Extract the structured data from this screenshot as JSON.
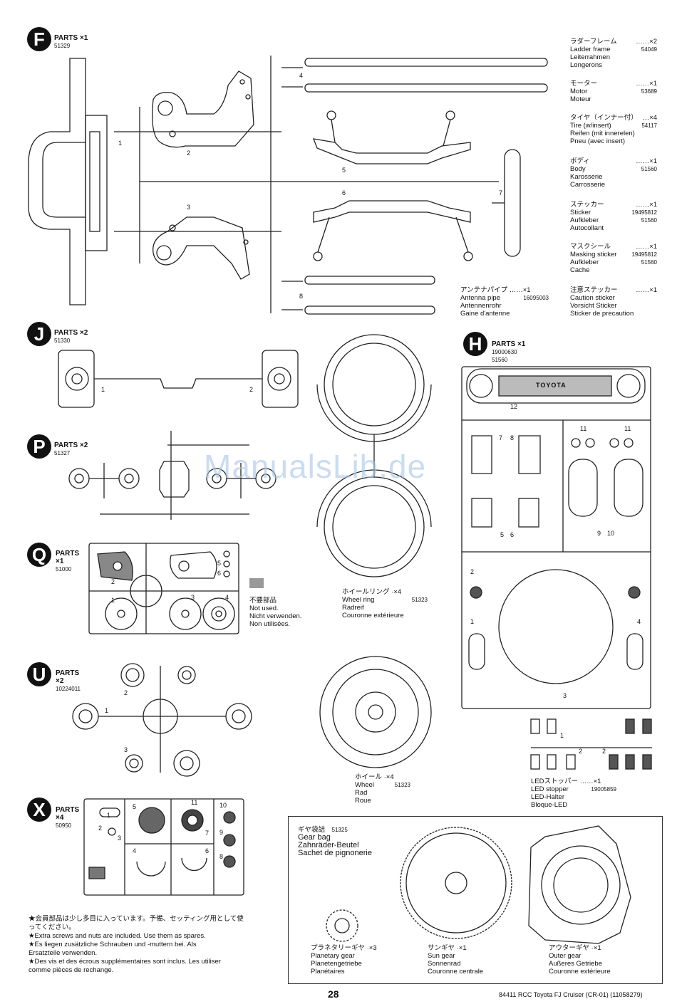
{
  "sections": {
    "F": {
      "letter": "F",
      "title": "PARTS",
      "count": "×1",
      "code": "51329"
    },
    "J": {
      "letter": "J",
      "title": "PARTS",
      "count": "×2",
      "code": "51330"
    },
    "P": {
      "letter": "P",
      "title": "PARTS",
      "count": "×2",
      "code": "51327"
    },
    "Q": {
      "letter": "Q",
      "title": "PARTS",
      "count": "×1",
      "code": "51000"
    },
    "U": {
      "letter": "U",
      "title": "PARTS",
      "count": "×2",
      "code": "10224011"
    },
    "X": {
      "letter": "X",
      "title": "PARTS",
      "count": "×4",
      "code": "50950"
    },
    "H": {
      "letter": "H",
      "title": "PARTS",
      "count": "×1",
      "code1": "19000630",
      "code2": "51560"
    }
  },
  "parts_list": [
    {
      "jp": "ラダーフレーム",
      "qty": "……×2",
      "en": [
        "Ladder frame",
        "Leiterrahmen",
        "Longerons"
      ],
      "pn": "54049"
    },
    {
      "jp": "モーター",
      "qty": "……×1",
      "en": [
        "Motor",
        "Motor",
        "Moteur"
      ],
      "pn": "53689"
    },
    {
      "jp": "タイヤ（インナー付）",
      "qty": "…×4",
      "en": [
        "Tire (w/insert)",
        "Reifen (mit innerelen)",
        "Pneu (avec insert)"
      ],
      "pn": "54117"
    },
    {
      "jp": "ボディ",
      "qty": "……×1",
      "en": [
        "Body",
        "Karosserie",
        "Carrosserie"
      ],
      "pn": "51560"
    },
    {
      "jp": "ステッカー",
      "qty": "……×1",
      "en": [
        "Sticker",
        "Aufkleber",
        "Autocollant"
      ],
      "pn": "19495812",
      "pn2": "51560"
    },
    {
      "jp": "マスクシール",
      "qty": "……×1",
      "en": [
        "Masking sticker",
        "Aufkleber",
        "Cache"
      ],
      "pn": "19495812",
      "pn2": "51560"
    },
    {
      "jp": "注意ステッカー",
      "qty": "……×1",
      "en": [
        "Caution sticker",
        "Vorsicht Sticker",
        "Sticker de precaution"
      ],
      "pn": ""
    }
  ],
  "antenna": {
    "jp": "アンテナパイプ ……×1",
    "en": [
      "Antenna pipe",
      "Antennenrohr",
      "Gaine d'antenne"
    ],
    "pn": "16095003"
  },
  "unused": {
    "lines": [
      "不要部品",
      "Not used.",
      "Nicht verwenden.",
      "Non utilisées."
    ]
  },
  "wheel_ring": {
    "jp": "ホイールリング ·×4",
    "en": [
      "Wheel ring",
      "Radreif",
      "Couronne extérieure"
    ],
    "pn": "51323"
  },
  "wheel": {
    "jp": "ホイール ·×4",
    "en": [
      "Wheel",
      "Rad",
      "Roue"
    ],
    "pn": "51323"
  },
  "led": {
    "jp": "LEDストッパー ……×1",
    "en": [
      "LED stopper",
      "LED-Halter",
      "Bloque-LED"
    ],
    "pn": "19005859"
  },
  "gear_bag": {
    "jp": "ギヤ袋詰",
    "pn": "51325",
    "en": [
      "Gear bag",
      "Zahnräder-Beutel",
      "Sachet de pignonerie"
    ]
  },
  "planetary": {
    "jp": "プラネタリーギヤ ·×3",
    "en": [
      "Planetary gear",
      "Planetengetriebe",
      "Planétaires"
    ]
  },
  "sun": {
    "jp": "サンギヤ ·×1",
    "en": [
      "Sun gear",
      "Sonnenrad",
      "Couronne centrale"
    ]
  },
  "outer": {
    "jp": "アウターギヤ ·×1",
    "en": [
      "Outer gear",
      "Außeres Getriebe",
      "Couronne extérieure"
    ]
  },
  "footnote": [
    "★会員部品は少し多目に入っています。予備、セッティング用として使",
    "ってください。",
    "★Extra screws and nuts are included. Use them as spares.",
    "★Es liegen zusätzliche Schrauben und -muttern bei. Als",
    "Ersatzteile verwenden.",
    "★Des vis et des écrous supplémentaires sont inclus. Les utiliser",
    "comme pièces de rechange."
  ],
  "page_number": "28",
  "footer": "84411 RCC Toyota FJ Cruiser (CR-01) (11058279)",
  "watermark": "ManualsLib.de",
  "grille_text": "TOYOTA",
  "labels": {
    "f1": "1",
    "f2": "2",
    "f3": "3",
    "f4": "4",
    "f5": "5",
    "f6": "6",
    "f7": "7",
    "f8": "8",
    "j1": "1",
    "j2": "2",
    "q1": "1",
    "q2": "2",
    "q3": "3",
    "q4": "4",
    "q5": "5",
    "q6": "6",
    "u1": "1",
    "u2": "2",
    "u3": "3",
    "x1": "1",
    "x2": "2",
    "x3": "3",
    "x4": "4",
    "x5": "5",
    "x6": "6",
    "x7": "7",
    "x8": "8",
    "x9": "9",
    "x10": "10",
    "x11": "11",
    "h1": "1",
    "h2": "2",
    "h3": "3",
    "h4": "4",
    "h5": "5",
    "h6": "6",
    "h7": "7",
    "h8": "8",
    "h9": "9",
    "h10": "10",
    "h11a": "11",
    "h11b": "11",
    "h12": "12",
    "led1": "1",
    "led2a": "2",
    "led2b": "2"
  }
}
